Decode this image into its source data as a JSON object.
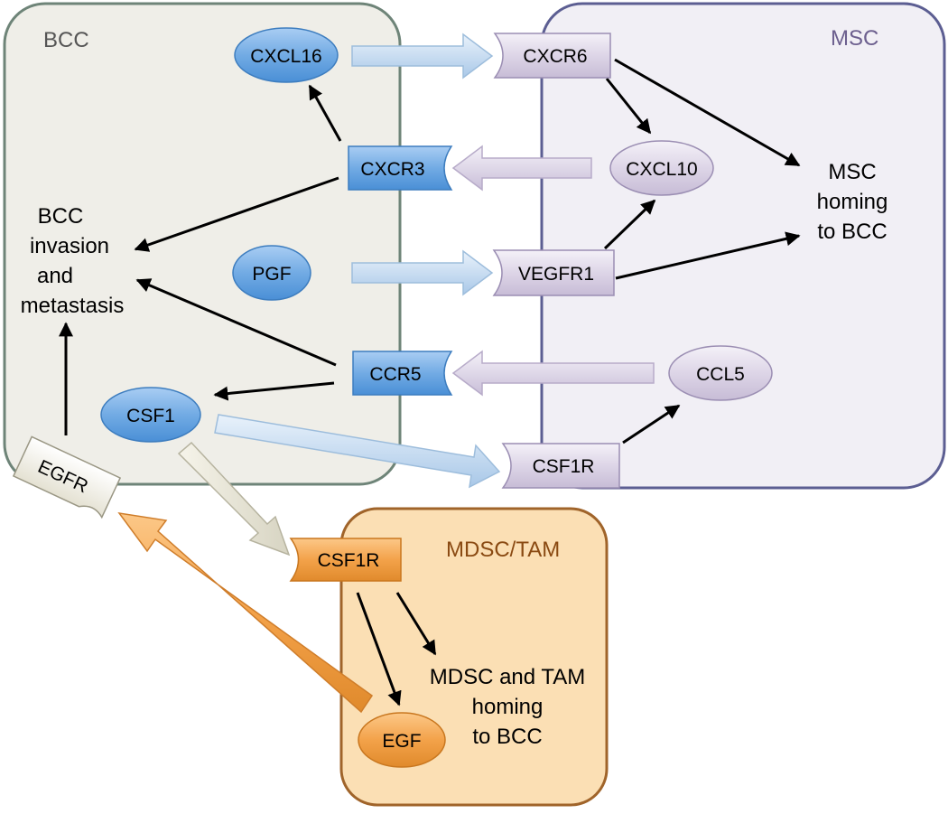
{
  "regions": {
    "bcc": "BCC",
    "msc": "MSC",
    "mdsc": "MDSC/TAM"
  },
  "nodes": {
    "cxcl16": "CXCL16",
    "cxcr6": "CXCR6",
    "cxcr3": "CXCR3",
    "cxcl10": "CXCL10",
    "pgf": "PGF",
    "vegfr1": "VEGFR1",
    "ccr5": "CCR5",
    "ccl5": "CCL5",
    "csf1": "CSF1",
    "csf1r_msc": "CSF1R",
    "egfr": "EGFR",
    "csf1r_mdsc": "CSF1R",
    "egf": "EGF"
  },
  "outcomes": {
    "bcc_invasion": [
      "BCC",
      "invasion",
      "and",
      "metastasis"
    ],
    "msc_homing": [
      "MSC",
      "homing",
      "to BCC"
    ],
    "mdsc_homing": [
      "MDSC and TAM",
      "homing",
      "to BCC"
    ]
  },
  "colors": {
    "bcc_fill": "#eeede6",
    "bcc_border": "#6e8478",
    "msc_fill": "#f1eff5",
    "msc_border": "#5c5e92",
    "mdsc_fill": "#fbdfb4",
    "mdsc_border": "#a0642a",
    "blue_node": "#6ea9e2",
    "lavender_node": "#dcd4e6",
    "orange_node": "#f3a24a",
    "region_label_bcc": "#555555",
    "region_label_msc": "#6c5f8e",
    "region_label_mdsc": "#8a4a12"
  }
}
